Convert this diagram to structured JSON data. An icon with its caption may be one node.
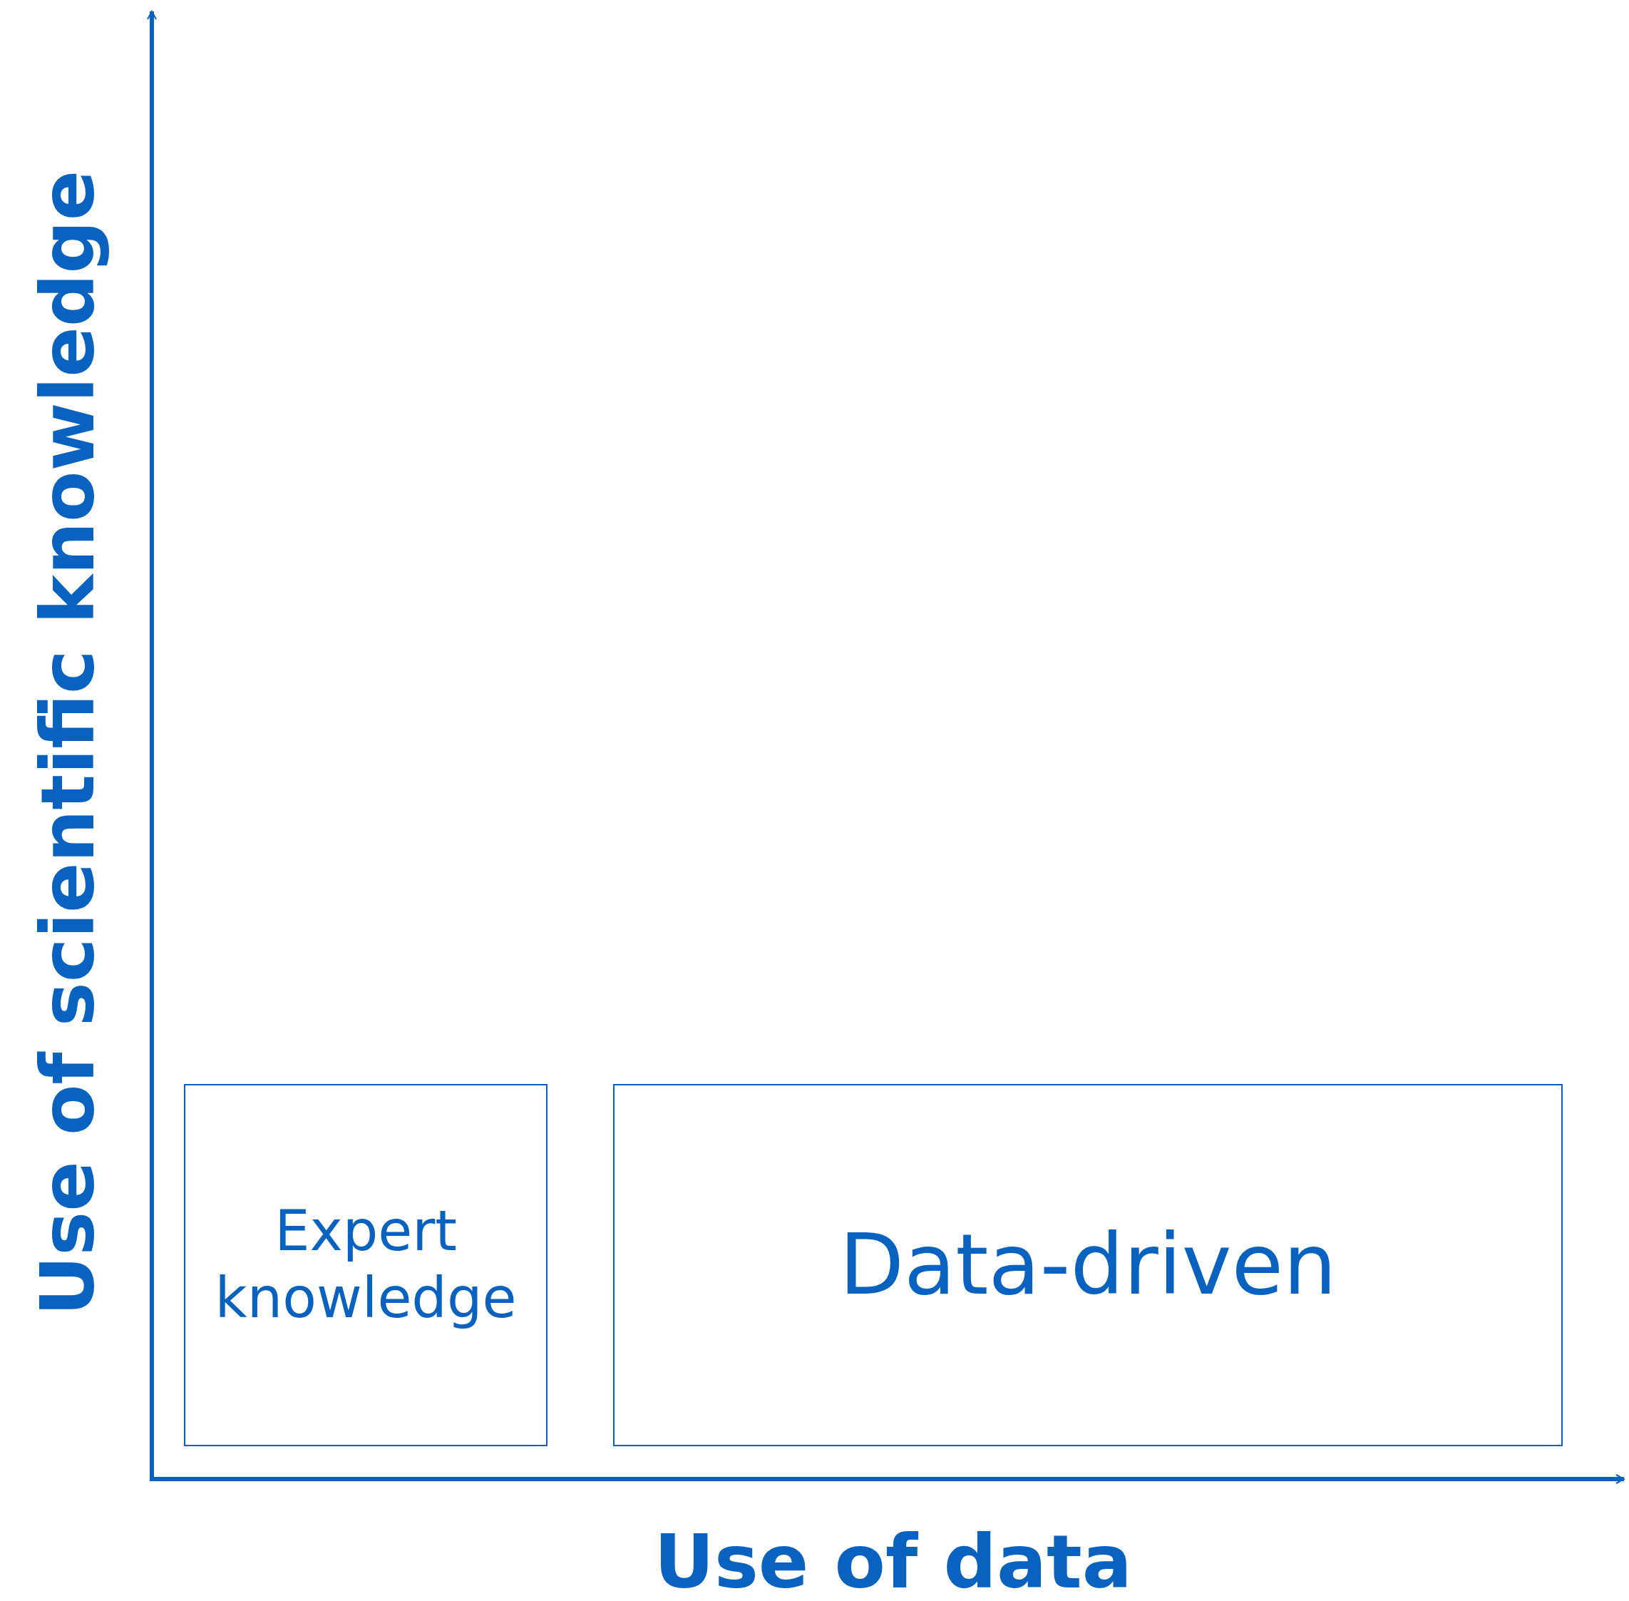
{
  "diagram": {
    "nodes": [
      {
        "text": [
          "Expert knowledge"
        ]
      },
      {
        "text": [
          "Data-driven"
        ]
      }
    ],
    "labels": [
      "Use of scientific knowledge",
      "Use of data"
    ]
  }
}
